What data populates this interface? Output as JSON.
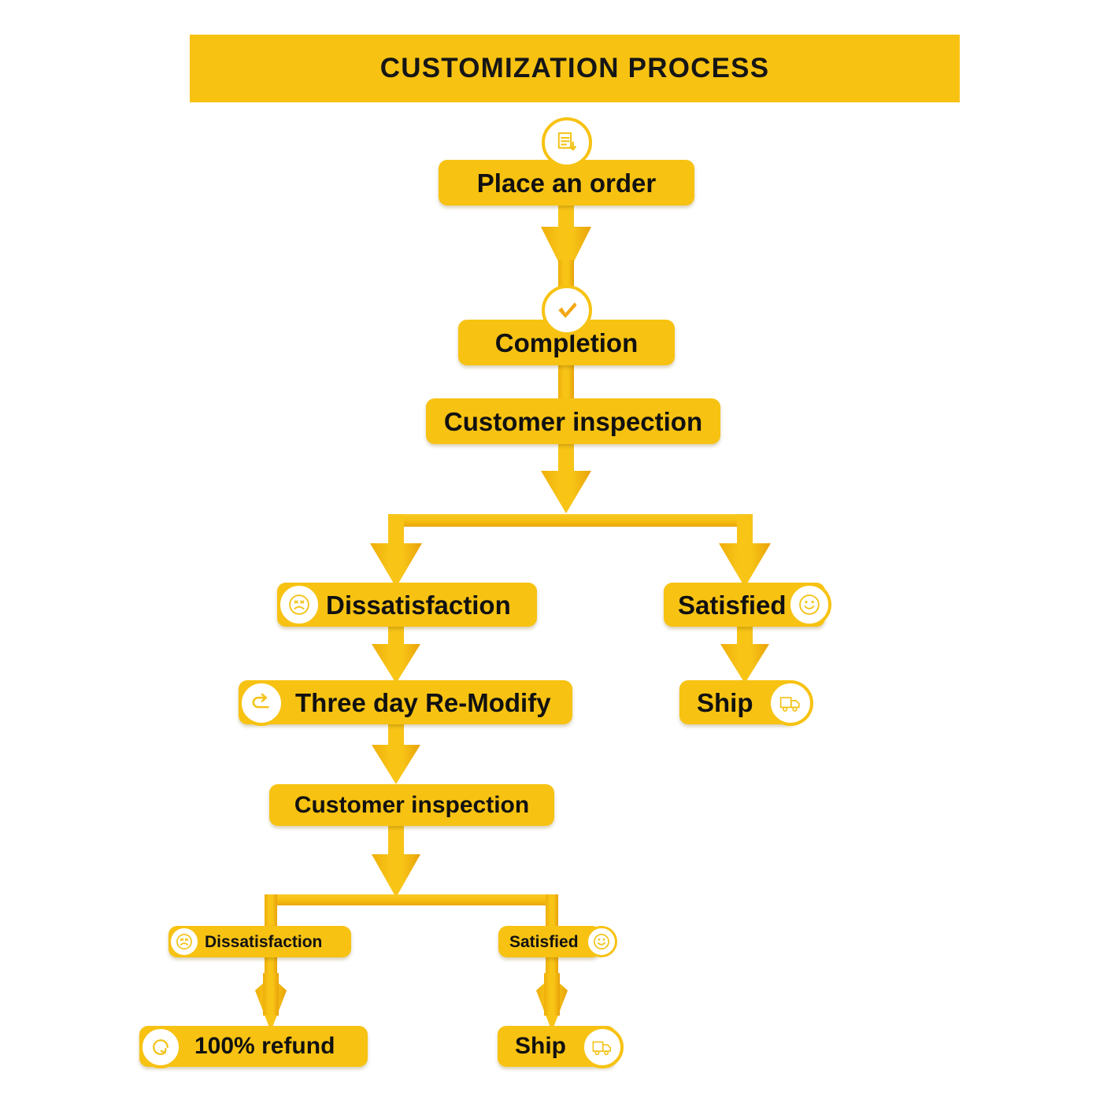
{
  "header": {
    "title": "CUSTOMIZATION PROCESS",
    "background": "#F7C212",
    "text_color": "#161616"
  },
  "theme": {
    "node_fill": "#F7C212",
    "arrow_fill": "#F5BE12",
    "arrow_fill_dark": "#E8A70C",
    "icon_color": "#F3C318",
    "icon_bubble_fill": "#FFFFFF",
    "text_color": "#111111",
    "page_background": "#FFFFFF"
  },
  "flowchart": {
    "type": "flowchart",
    "orientation": "top-to-bottom",
    "nodes": [
      {
        "id": "place-order",
        "label": "Place an order",
        "icon": "order-document-download-icon",
        "icon_side": "top-center",
        "size": "lg"
      },
      {
        "id": "completion",
        "label": "Completion",
        "icon": "checkmark-icon",
        "icon_side": "top-center",
        "size": "lg"
      },
      {
        "id": "customer-inspection-1",
        "label": "Customer inspection",
        "icon": null,
        "icon_side": null,
        "size": "lg"
      },
      {
        "id": "dissatisfaction-1",
        "label": "Dissatisfaction",
        "icon": "sad-face-icon",
        "icon_side": "left",
        "size": "lg"
      },
      {
        "id": "satisfied-1",
        "label": "Satisfied",
        "icon": "smiley-face-icon",
        "icon_side": "right",
        "size": "lg"
      },
      {
        "id": "three-day-remodify",
        "label": "Three day Re-Modify",
        "icon": "redo-arrow-icon",
        "icon_side": "left",
        "size": "lg"
      },
      {
        "id": "ship-1",
        "label": "Ship",
        "icon": "delivery-truck-icon",
        "icon_side": "right",
        "size": "lg"
      },
      {
        "id": "customer-inspection-2",
        "label": "Customer inspection",
        "icon": null,
        "icon_side": null,
        "size": "md"
      },
      {
        "id": "dissatisfaction-2",
        "label": "Dissatisfaction",
        "icon": "sad-face-icon",
        "icon_side": "left",
        "size": "sm"
      },
      {
        "id": "satisfied-2",
        "label": "Satisfied",
        "icon": "smiley-face-icon",
        "icon_side": "right",
        "size": "sm"
      },
      {
        "id": "refund",
        "label": "100% refund",
        "icon": "refund-circular-arrow-icon",
        "icon_side": "left",
        "size": "md"
      },
      {
        "id": "ship-2",
        "label": "Ship",
        "icon": "delivery-truck-icon",
        "icon_side": "right",
        "size": "md"
      }
    ],
    "edges": [
      {
        "from": "place-order",
        "to": "completion",
        "kind": "straight-arrow"
      },
      {
        "from": "completion",
        "to": "customer-inspection-1",
        "kind": "straight-arrow"
      },
      {
        "from": "customer-inspection-1",
        "to": "dissatisfaction-1",
        "kind": "split-left"
      },
      {
        "from": "customer-inspection-1",
        "to": "satisfied-1",
        "kind": "split-right"
      },
      {
        "from": "dissatisfaction-1",
        "to": "three-day-remodify",
        "kind": "straight-arrow"
      },
      {
        "from": "satisfied-1",
        "to": "ship-1",
        "kind": "straight-arrow"
      },
      {
        "from": "three-day-remodify",
        "to": "customer-inspection-2",
        "kind": "straight-arrow"
      },
      {
        "from": "customer-inspection-2",
        "to": "dissatisfaction-2",
        "kind": "split-left"
      },
      {
        "from": "customer-inspection-2",
        "to": "satisfied-2",
        "kind": "split-right"
      },
      {
        "from": "dissatisfaction-2",
        "to": "refund",
        "kind": "straight-arrow"
      },
      {
        "from": "satisfied-2",
        "to": "ship-2",
        "kind": "straight-arrow"
      }
    ]
  }
}
